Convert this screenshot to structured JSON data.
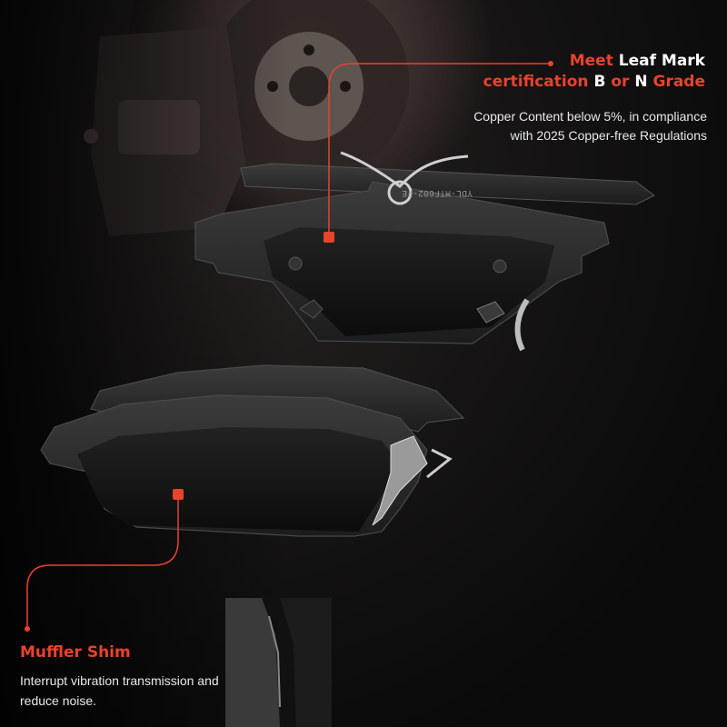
{
  "callout_top": {
    "title_parts": [
      "Meet",
      "Leaf Mark",
      "certification",
      "B",
      "or",
      "N",
      "Grade"
    ],
    "description": "Copper Content below 5%, in compliance with 2025 Copper-free Regulations"
  },
  "callout_bottom": {
    "title": "Muffler Shim",
    "description": "Interrupt vibration transmission and reduce noise."
  },
  "pad_marking": "YDL-MTF602-FE",
  "colors": {
    "accent": "#e8432c",
    "background": "#0b0b0b",
    "text": "#ffffff"
  }
}
